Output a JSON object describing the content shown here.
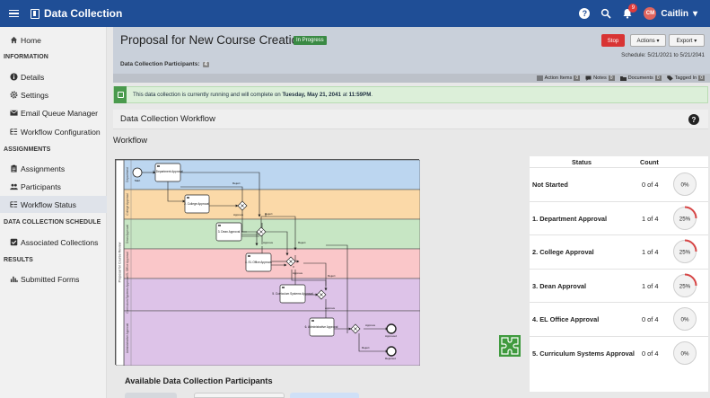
{
  "app": {
    "title": "Data Collection"
  },
  "topbar": {
    "help_icon": "help-circle-icon",
    "search_icon": "search-icon",
    "notifications_count": "9",
    "user_initials": "CM",
    "user_name": "Caitlin",
    "user_caret": "▾"
  },
  "sidebar": {
    "home": "Home",
    "section_information": "INFORMATION",
    "details": "Details",
    "settings": "Settings",
    "email_queue": "Email Queue Manager",
    "workflow_config": "Workflow Configuration",
    "section_assignments": "ASSIGNMENTS",
    "assignments": "Assignments",
    "participants": "Participants",
    "workflow_status": "Workflow Status",
    "section_schedule": "DATA COLLECTION SCHEDULE",
    "associated_collections": "Associated Collections",
    "section_results": "RESULTS",
    "submitted_forms": "Submitted Forms"
  },
  "header": {
    "title": "Proposal for New Course Creation",
    "status": "In Progress",
    "participants_label": "Data Collection Participants:",
    "participants_count": "4",
    "stop": "Stop",
    "actions": "Actions ▾",
    "export": "Export ▾",
    "schedule": "Schedule: 5/21/2021 to 5/21/2041"
  },
  "tabs": [
    {
      "label": "Action Items",
      "count": "0"
    },
    {
      "label": "Notes",
      "count": "0"
    },
    {
      "label": "Documents",
      "count": "0"
    },
    {
      "label": "Tagged In",
      "count": "0"
    }
  ],
  "alert": {
    "prefix": "This data collection is currently running and will complete on",
    "date": "Tuesday, May 21, 2041",
    "mid": "at",
    "time": "11:59PM",
    "suffix": "."
  },
  "section": {
    "title": "Data Collection Workflow",
    "help": "?"
  },
  "workflow": {
    "label": "Workflow",
    "pool_label": "Proposal for Course Review",
    "lanes": [
      "Department",
      "College Approval",
      "Dean Approval",
      "EL Office Approval",
      "Curriculum Systems Approval",
      "Administrative Approval"
    ],
    "start_label": "Start",
    "tasks": [
      "1. Department Approval",
      "2. College Approval",
      "3. Dean Approval",
      "4. EL Office Approval",
      "5. Curriculum Systems Approval",
      "6. Administrative Approval"
    ],
    "approve": "Approve",
    "reject": "Reject",
    "approved_end": "Approved",
    "rejected_end": "Rejected"
  },
  "status_table": {
    "col_status": "Status",
    "col_count": "Count",
    "rows": [
      {
        "name": "Not Started",
        "count": "0 of 4",
        "percent": "0%",
        "fraction": 0
      },
      {
        "name": "1. Department Approval",
        "count": "1 of 4",
        "percent": "25%",
        "fraction": 0.25
      },
      {
        "name": "2. College Approval",
        "count": "1 of 4",
        "percent": "25%",
        "fraction": 0.25
      },
      {
        "name": "3. Dean Approval",
        "count": "1 of 4",
        "percent": "25%",
        "fraction": 0.25
      },
      {
        "name": "4. EL Office Approval",
        "count": "0 of 4",
        "percent": "0%",
        "fraction": 0
      },
      {
        "name": "5. Curriculum Systems Approval",
        "count": "0 of 4",
        "percent": "0%",
        "fraction": 0
      }
    ]
  },
  "participants_section": {
    "title": "Available Data Collection Participants"
  },
  "colors": {
    "topbar": "#1f4e96",
    "stop": "#d83434",
    "status_tag": "#3a8a44",
    "progress_arc": "#d64545",
    "lane_colors": [
      "#bcd6f0",
      "#fbd9a8",
      "#c7e6c4",
      "#fac7c9",
      "#ddc3e8",
      "#ddc3e8"
    ]
  }
}
